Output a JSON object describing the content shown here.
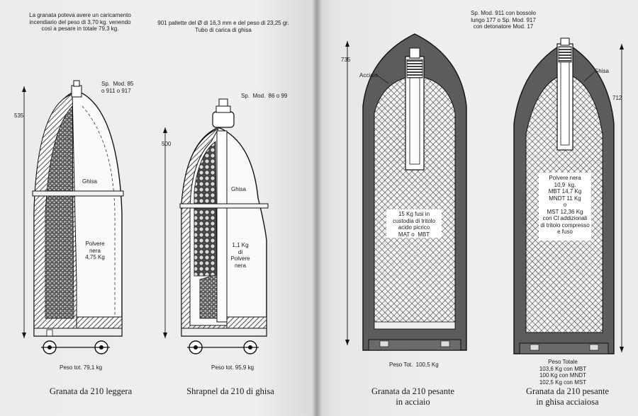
{
  "notes": {
    "n1": "La granata poteva avere un caricamento\nincendiario del peso di 3,70 kg. venendo\ncosì a pesare in totale 79,3 kg.",
    "n2": "901 pallette del Ø di 16,3 mm e del peso di 23,25 gr.\nTubo di carica di ghisa",
    "n3": "Sp. Mod. 911 con bossolo\nlungo 177 o Sp. Mod. 917\ncon detonatore Mod. 17"
  },
  "shells": [
    {
      "fuze": "Sp.  Mod. 85\no 911 o 917",
      "dimension": "535",
      "material": "Ghisa",
      "charge": "Polvere\nnera\n4,75 Kg",
      "weight": "Peso tot. 79,1 kg",
      "caption": "Granata da 210 leggera"
    },
    {
      "fuze": "Sp.  Mod.  86 o 99",
      "dimension": "500",
      "material": "Ghisa",
      "charge": "1,1 Kg\ndi\nPolvere\nnera",
      "weight": "Peso tot. 95,9 kg",
      "caption": "Shrapnel da 210 di ghisa"
    },
    {
      "dimension": "735",
      "material": "Acciaio",
      "charge": "15 Kg fusi in\ncustodia di tritolo\nacido picrico\nMAT o  MBT",
      "weight": "Peso Tot.  100,5 Kg",
      "caption": "Granata da 210 pesante\nin acciaio"
    },
    {
      "dimension": "712",
      "material": "Ghisa",
      "charge": "Polvere nera\n10,9  kg.\nMBT 14,7 Kg\nMNDT 11 Kg\no\nMST 12,36 Kg\ncon Cl addizionali\ndi tritolo compresso\ne fuso",
      "weight": "Peso Totale\n103,6 Kg con MBT\n100 Kg con MNDT\n102,5 Kg con MST",
      "caption": "Granata da 210 pesante\nin ghisa acciaiosa"
    }
  ]
}
